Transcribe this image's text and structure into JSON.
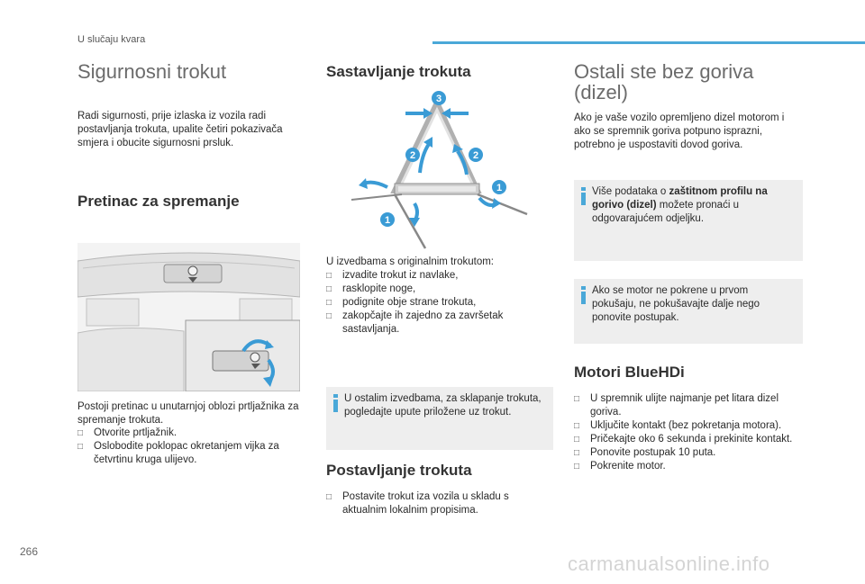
{
  "header": {
    "section": "U slučaju kvara"
  },
  "left": {
    "title": "Sigurnosni trokut",
    "intro": "Radi sigurnosti, prije izlaska iz vozila radi postavljanja trokuta, upalite četiri pokazivača smjera i obucite sigurnosni prsluk.",
    "storage_title": "Pretinac za spremanje",
    "storage_text": "Postoji pretinac u unutarnjoj oblozi prtljažnika za spremanje trokuta.",
    "storage_steps": [
      "Otvorite prtljažnik.",
      "Oslobodite poklopac okretanjem vijka za četvrtinu kruga ulijevo."
    ]
  },
  "middle": {
    "title": "Sastavljanje trokuta",
    "figure_labels": [
      "3",
      "2",
      "2",
      "1",
      "1"
    ],
    "assembly_intro": "U izvedbama s originalnim trokutom:",
    "assembly_steps": [
      "izvadite trokut iz navlake,",
      "rasklopite noge,",
      "podignite obje strane trokuta,",
      "zakopčajte ih zajedno za završetak sastavljanja."
    ],
    "info": "U ostalim izvedbama, za sklapanje trokuta, pogledajte upute priložene uz trokut.",
    "placement_title": "Postavljanje trokuta",
    "placement_steps": [
      "Postavite trokut iza vozila u skladu s aktualnim lokalnim propisima."
    ]
  },
  "right": {
    "title_line1": "Ostali ste bez goriva",
    "title_line2": "(dizel)",
    "intro": "Ako je vaše vozilo opremljeno dizel motorom i ako se spremnik goriva potpuno isprazni, potrebno je uspostaviti dovod goriva.",
    "info1_pre": "Više podataka o ",
    "info1_bold": "zaštitnom profilu na gorivo (dizel)",
    "info1_post": " možete pronaći u odgovarajućem odjeljku.",
    "info2": "Ako se motor ne pokrene u prvom pokušaju, ne pokušavajte dalje nego ponovite postupak.",
    "engine_title": "Motori BlueHDi",
    "engine_steps": [
      "U spremnik ulijte najmanje pet litara dizel goriva.",
      "Uključite kontakt (bez pokretanja motora).",
      "Pričekajte oko 6 sekunda i prekinite kontakt.",
      "Ponovite postupak 10 puta.",
      "Pokrenite motor."
    ]
  },
  "footer": {
    "page_number": "266",
    "watermark": "carmanualsonline.info"
  },
  "colors": {
    "accent": "#4aa8d8",
    "callout": "#3a9bd5",
    "box": "#eeeeee"
  }
}
